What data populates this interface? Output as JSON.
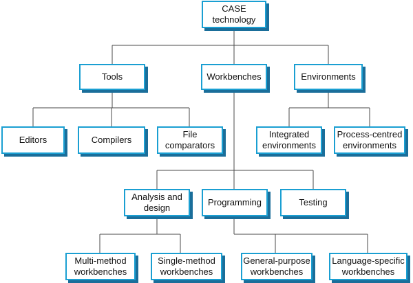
{
  "colors": {
    "node_border": "#1a9fd2",
    "node_shadow": "#1a6e9a",
    "connector": "#4a4a4a"
  },
  "nodes": {
    "root": "CASE\ntechnology",
    "tools": "Tools",
    "workbenches": "Workbenches",
    "environments": "Environments",
    "editors": "Editors",
    "compilers": "Compilers",
    "file_comparators": "File\ncomparators",
    "integrated_env": "Integrated\nenvironments",
    "process_env": "Process-centred\nenvironments",
    "analysis_design": "Analysis and\ndesign",
    "programming": "Programming",
    "testing": "Testing",
    "multi_method": "Multi-method\nworkbenches",
    "single_method": "Single-method\nworkbenches",
    "general_purpose": "General-purpose\nworkbenches",
    "language_specific": "Language-specific\nworkbenches"
  }
}
